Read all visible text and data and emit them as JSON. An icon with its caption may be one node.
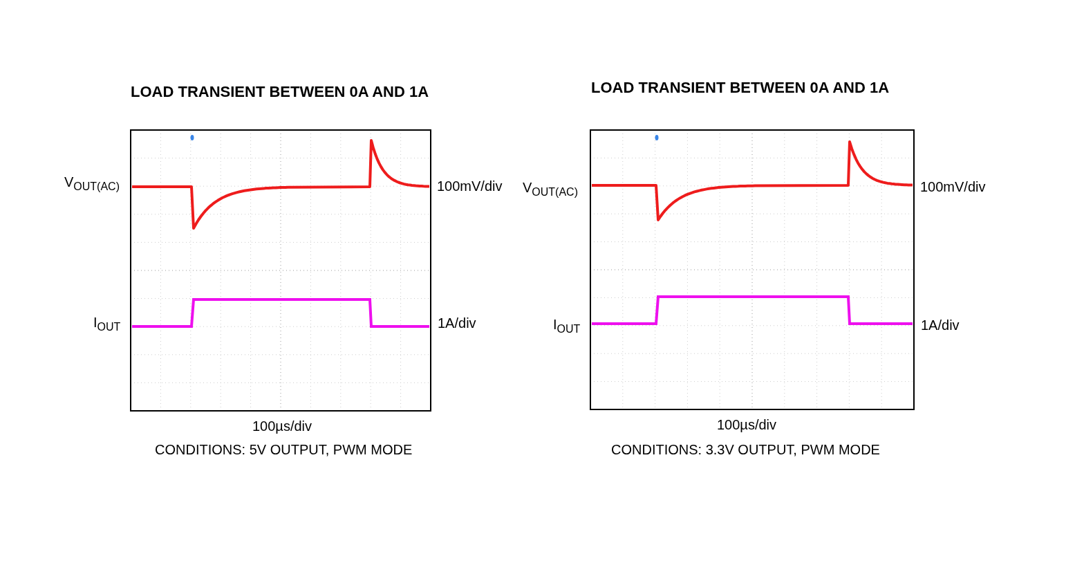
{
  "diagram": {
    "labels": [
      "LOAD TRANSIENT BETWEEN 0A AND 1A",
      "V$_{OUT(AC)}$",
      "100mV/div",
      "I$_{OUT}$",
      "1A/div",
      "100µs/div",
      "CONDITIONS: 5V OUTPUT, PWM MODE",
      "LOAD TRANSIENT BETWEEN 0A AND 1A",
      "V$_{OUT(AC)}$",
      "100mV/div",
      "I$_{OUT}$",
      "1A/div",
      "100µs/div",
      "CONDITIONS: 3.3V OUTPUT, PWM MODE"
    ]
  }
}
